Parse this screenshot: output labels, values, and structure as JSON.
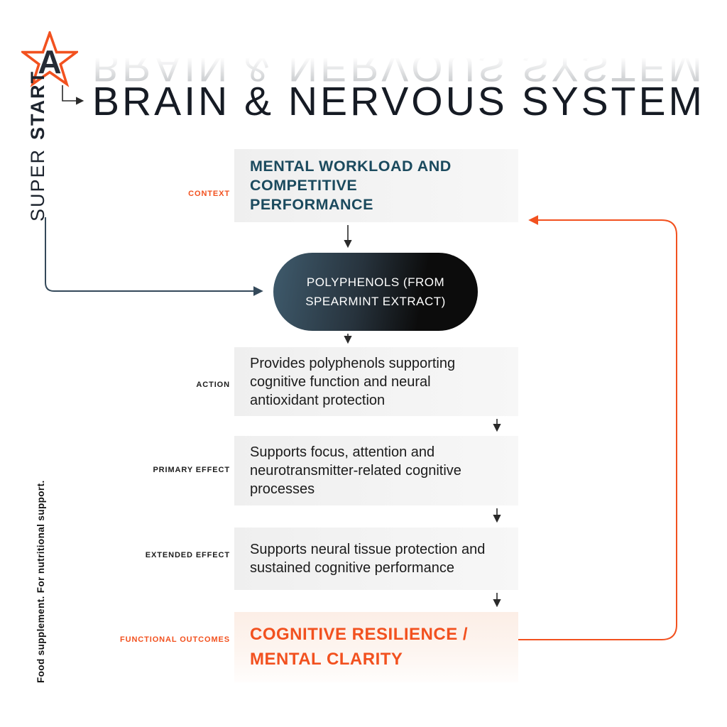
{
  "header": {
    "title": "BRAIN & NERVOUS SYSTEM"
  },
  "brand": {
    "logo_letter": "A",
    "name_light": "SUPER",
    "name_bold": "START",
    "footnote": "Food supplement. For nutritional support."
  },
  "flow": {
    "context": {
      "label": "CONTEXT",
      "text": "MENTAL WORKLOAD AND\nCOMPETITIVE\nPERFORMANCE"
    },
    "ingredient": {
      "text": "POLYPHENOLS (FROM\nSPEARMINT EXTRACT)"
    },
    "action": {
      "label": "ACTION",
      "text": "Provides polyphenols supporting\ncognitive function and neural\nantioxidant protection"
    },
    "primary_effect": {
      "label": "PRIMARY EFFECT",
      "text": "Supports focus, attention and\nneurotransmitter-related cognitive\nprocesses"
    },
    "extended_effect": {
      "label": "EXTENDED EFFECT",
      "text": "Supports neural tissue protection and\nsustained cognitive performance"
    },
    "functional_outcomes": {
      "label": "FUNCTIONAL OUTCOMES",
      "text": "COGNITIVE RESILIENCE /\nMENTAL CLARITY"
    }
  },
  "icons": {
    "star": "star-outline-icon",
    "arrows": "flow-arrow"
  },
  "colors": {
    "accent_orange": "#f2511f",
    "heading_teal": "#1b4a5e",
    "pill_slate": "#3f5b6d",
    "pill_black": "#0c0c0c",
    "box_gray": "#f3f3f3",
    "text_dark": "#1c1c1c"
  }
}
